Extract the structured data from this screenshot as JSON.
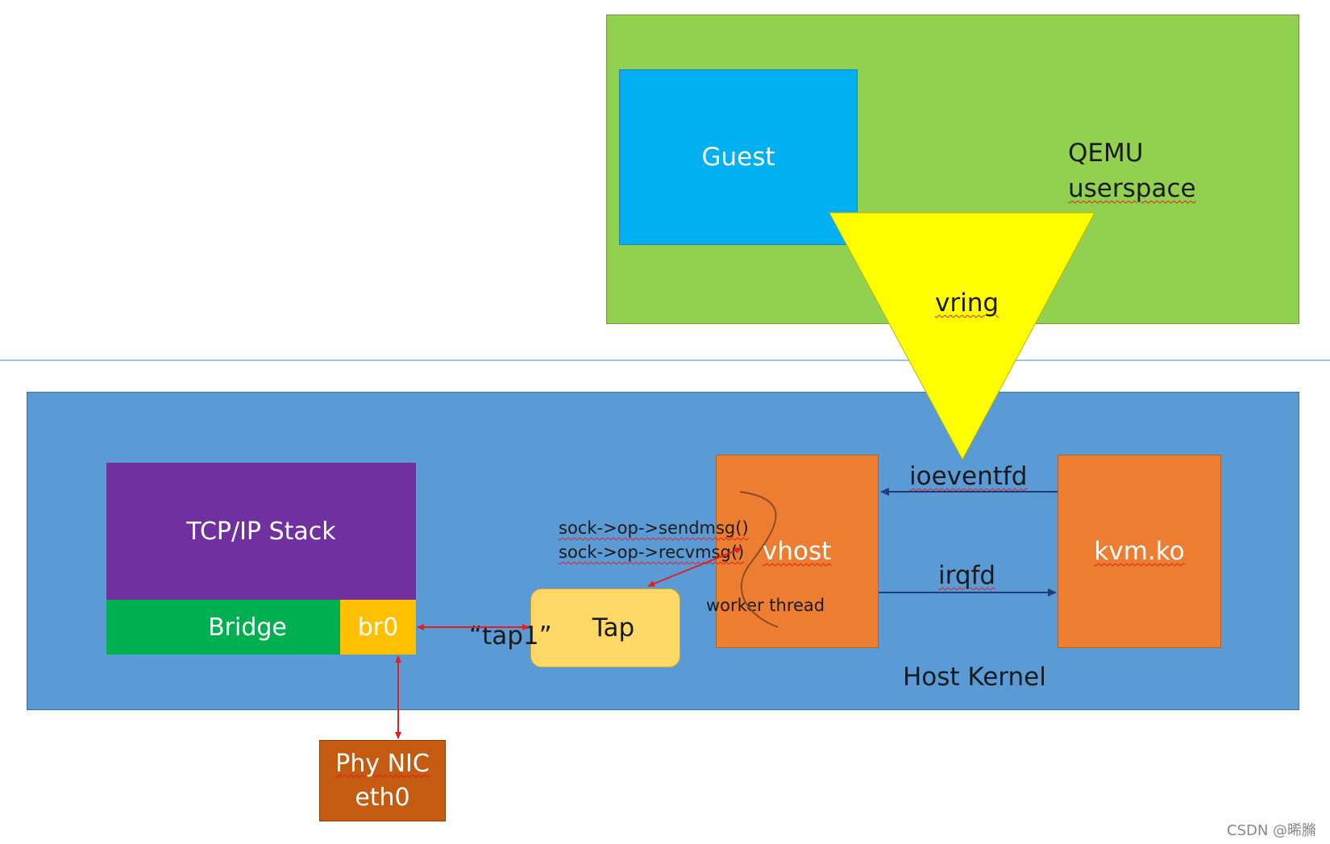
{
  "colors": {
    "qemu_bg": "#92d050",
    "guest_bg": "#00b0f0",
    "host_bg": "#5b9bd5",
    "tcp_bg": "#7030a0",
    "bridge_bg": "#00b050",
    "br0_bg": "#ffc000",
    "tap_bg": "#ffd966",
    "vhost_bg": "#ed7d31",
    "kvm_bg": "#ed7d31",
    "phy_bg": "#c55a11",
    "vring_bg": "#ffff00",
    "red_arrow": "#e02020",
    "blue_arrow": "#1f3d7a"
  },
  "qemu": {
    "line1": "QEMU",
    "line2": "userspace"
  },
  "guest": {
    "label": "Guest"
  },
  "vring": {
    "label": "vring"
  },
  "host": {
    "label": "Host Kernel"
  },
  "tcpip": {
    "label": "TCP/IP Stack"
  },
  "bridge": {
    "label": "Bridge"
  },
  "br0": {
    "label": "br0"
  },
  "tap": {
    "label": "Tap",
    "device": "“tap1”"
  },
  "vhost": {
    "label": "vhost",
    "sendmsg": "sock->op->sendmsg()",
    "recvmsg": "sock->op->recvmsg()",
    "worker": "worker thread"
  },
  "kvm": {
    "label": "kvm.ko"
  },
  "links": {
    "ioeventfd": "ioeventfd",
    "irqfd": "irqfd"
  },
  "phy": {
    "line1": "Phy NIC",
    "line2": "eth0"
  },
  "watermark": "CSDN @晞䐰"
}
